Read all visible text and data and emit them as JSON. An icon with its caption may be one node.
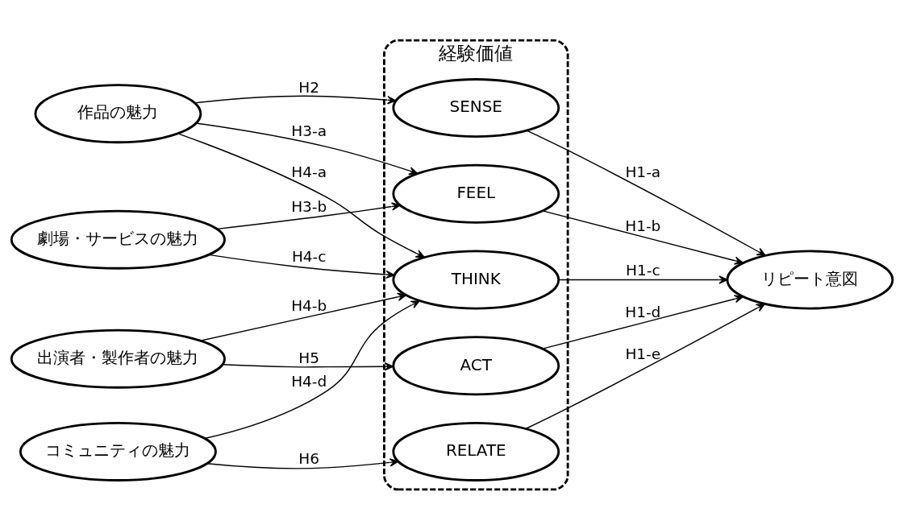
{
  "diagram": {
    "nodes": [
      {
        "text": [
          "作品の魅力"
        ]
      },
      {
        "text": [
          "出演者・製作者の魅力"
        ]
      },
      {
        "text": [
          "劇場・サービスの魅力"
        ]
      },
      {
        "text": [
          "コミュニティの魅力"
        ]
      },
      {
        "text": [
          "経験価値"
        ]
      },
      {
        "text": [
          "SENSE"
        ],
        "in": 4
      },
      {
        "text": [
          "FEEL"
        ],
        "in": 4
      },
      {
        "text": [
          "THINK"
        ],
        "in": 4
      },
      {
        "text": [
          "ACT"
        ],
        "in": 4
      },
      {
        "text": [
          "RELATE"
        ],
        "in": 4
      },
      {
        "text": [
          "リピート意図"
        ]
      }
    ],
    "edges": [
      {
        "from": 0,
        "to": 5,
        "arrow": "to",
        "label": "H2"
      },
      {
        "from": 0,
        "to": 6,
        "arrow": "to",
        "label": "H3-a"
      },
      {
        "from": 0,
        "to": 7,
        "arrow": "to",
        "label": "H4-a"
      },
      {
        "from": 1,
        "to": 7,
        "arrow": "to",
        "label": "H4-b"
      },
      {
        "from": 1,
        "to": 8,
        "arrow": "to",
        "label": "H5"
      },
      {
        "from": 2,
        "to": 6,
        "arrow": "to",
        "label": "H3-b"
      },
      {
        "from": 2,
        "to": 7,
        "arrow": "to",
        "label": "H4-c"
      },
      {
        "from": 3,
        "to": 7,
        "arrow": "to",
        "label": "H4-d"
      },
      {
        "from": 3,
        "to": 9,
        "arrow": "to",
        "label": "H6"
      },
      {
        "from": 5,
        "to": 10,
        "arrow": "to",
        "label": "H1-a"
      },
      {
        "from": 6,
        "to": 10,
        "arrow": "to",
        "label": "H1-b"
      },
      {
        "from": 7,
        "to": 10,
        "arrow": "to",
        "label": "H1-c"
      },
      {
        "from": 8,
        "to": 10,
        "arrow": "to",
        "label": "H1-d"
      },
      {
        "from": 9,
        "to": 10,
        "arrow": "to",
        "label": "H1-e"
      }
    ]
  }
}
